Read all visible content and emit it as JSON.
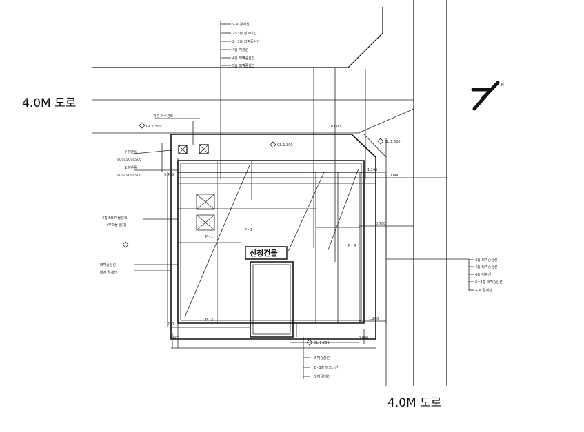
{
  "roads": {
    "road_top": "4.0M 도로",
    "road_bottom": "4.0M 도로"
  },
  "building": {
    "label": "신청건물"
  },
  "north_arrow": {
    "symbol": "north-arrow-icon",
    "letter": "N"
  },
  "leader_notes": {
    "top": [
      "도로 경계선",
      "2~3층 발코니선",
      "2~3층 외벽중심선",
      "4층 지붕선",
      "4층 외벽중심선",
      "5층 외벽중심선"
    ],
    "right": [
      "3층 외벽중심선",
      "4층 외벽중심선",
      "4층 지붕선",
      "2~3층 외벽중심선",
      "도로 경계선"
    ],
    "bottom": [
      "외벽중심선",
      "2~3층 발코니선",
      "대지 경계선"
    ],
    "left_upper_top": "기존 하수관로",
    "left_upper": [
      "우수맨홀",
      "900X900X900",
      "오수맨홀",
      "900X900X900"
    ],
    "left_mid": [
      "4층 F.R.P 물탱크",
      "(부속물 설치)"
    ],
    "left_lower": [
      "외벽중심선",
      "대지 경계선"
    ]
  },
  "levels": {
    "top_left": "GL 1.500",
    "top_center": "GL 1.300",
    "right_top": "GL 1.600",
    "bottom": "GL 1.200"
  },
  "dimensions": {
    "d1": "0.600",
    "d2": "0.700",
    "d3": "1.200",
    "d4": "1.245",
    "d5": "5.435",
    "d6": "6.000",
    "d7": "1.200",
    "d8": "0.800",
    "d9": "0.800"
  },
  "room_tags": [
    "P - 1",
    "P - 2",
    "P - 3",
    "P - 4"
  ]
}
